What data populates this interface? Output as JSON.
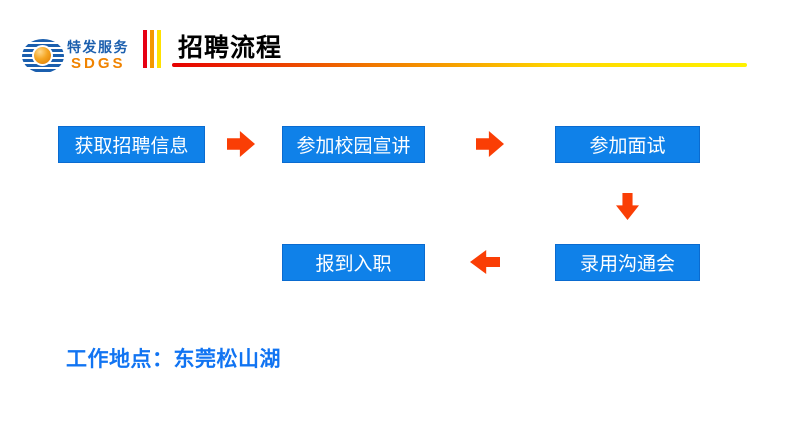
{
  "title": "招聘流程",
  "logo": {
    "name": "特发服务",
    "abbr": "SDGS"
  },
  "flow": {
    "steps": [
      {
        "label": "获取招聘信息"
      },
      {
        "label": "参加校园宣讲"
      },
      {
        "label": "参加面试"
      },
      {
        "label": "录用沟通会"
      },
      {
        "label": "报到入职"
      }
    ]
  },
  "footer": {
    "location": "工作地点：东莞松山湖"
  },
  "colors": {
    "box_fill": "#0F81E9",
    "box_border": "#0A6BD0",
    "arrow": "#FA3E05",
    "footer_text": "#1174F2",
    "logo_blue": "#1B5FAE",
    "logo_orange": "#F08300",
    "bar_red": "#E60012",
    "bar_orange": "#F39800",
    "bar_yellow": "#FFE100",
    "rule_gradient_start": "#E60000",
    "rule_gradient_end": "#FFF200"
  }
}
